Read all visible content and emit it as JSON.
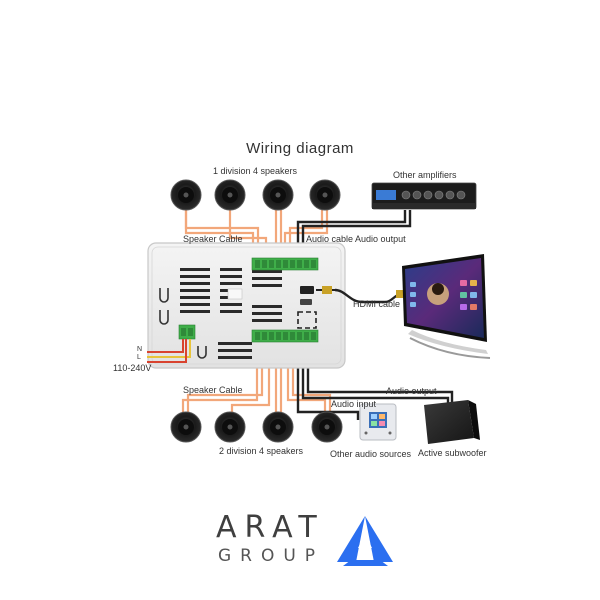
{
  "diagram": {
    "title": "Wiring diagram",
    "labels": {
      "division1": "1 division 4 speakers",
      "other_amplifiers": "Other amplifiers",
      "speaker_cable_top": "Speaker Cable",
      "audio_cable_output": "Audio cable Audio output",
      "hdmi_cable": "HDMI cable",
      "voltage": "110-240V",
      "n_terminal": "N",
      "l_terminal": "L",
      "speaker_cable_bottom": "Speaker Cable",
      "audio_output": "Audio output",
      "audio_input": "Audio input",
      "division2": "2 division 4 speakers",
      "other_audio_sources": "Other audio sources",
      "active_subwoofer": "Active subwoofer"
    },
    "colors": {
      "speaker_wire": "#f2a77a",
      "audio_wire": "#222222",
      "terminal_green": "#3fae49",
      "power_red": "#d9432f",
      "power_yellow": "#e8c43a",
      "logo_blue": "#2b6ff0"
    }
  },
  "logo": {
    "name": "ARAT",
    "sub": "GROUP"
  }
}
